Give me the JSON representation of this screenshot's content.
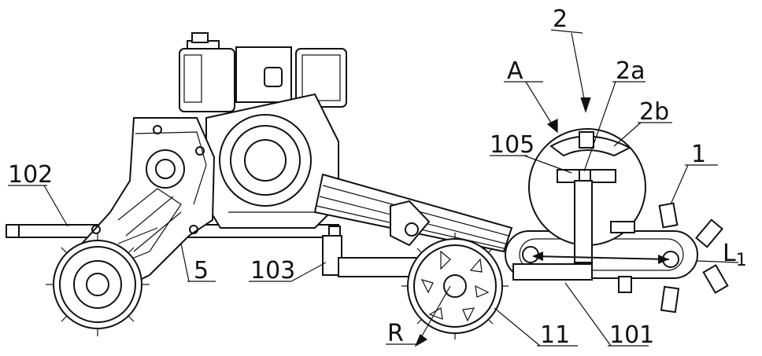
{
  "labels": {
    "l2": "2",
    "lA": "A",
    "l2a": "2a",
    "l2b": "2b",
    "l105": "105",
    "l1": "1",
    "l102": "102",
    "lL": "L",
    "lL_sub": "1",
    "l5": "5",
    "l103": "103",
    "lR": "R",
    "l11": "11",
    "l101": "101"
  },
  "colors": {
    "line": "#111111",
    "background": "#ffffff"
  }
}
